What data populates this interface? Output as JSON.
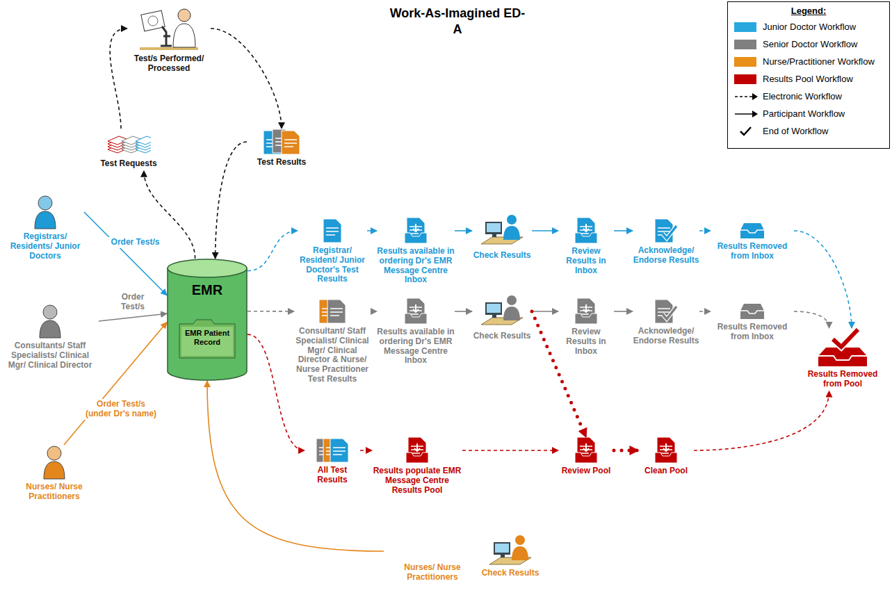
{
  "diagram": {
    "title": "Work-As-Imagined ED-A",
    "nodes": [
      {
        "text": [
          "Test/s Performed/ Processed"
        ]
      },
      {
        "text": [
          "Test Requests"
        ]
      },
      {
        "text": [
          "Test Results"
        ]
      },
      {
        "text": [
          "Registrars/ Residents/ Junior Doctors"
        ]
      },
      {
        "text": [
          "EMR"
        ]
      },
      {
        "text": [
          "EMR Patient Record"
        ],
        "in": 4
      },
      {
        "text": [
          "Consultants/ Staff Specialists/ Clinical Mgr/ Clinical Director"
        ]
      },
      {
        "text": [
          "Nurses/ Nurse Practitioners"
        ]
      },
      {
        "text": [
          "Registrar/ Resident/ Junior Doctor's Test Results"
        ]
      },
      {
        "text": [
          "Results available in ordering Dr's EMR Message Centre Inbox"
        ]
      },
      {
        "text": [
          "Check Results"
        ]
      },
      {
        "text": [
          "Review Results in Inbox"
        ]
      },
      {
        "text": [
          "Acknowledge/ Endorse Results"
        ]
      },
      {
        "text": [
          "Results Removed from Inbox"
        ]
      },
      {
        "text": [
          "Consultant/ Staff Specialist/ Clinical Mgr/ Clinical Director & Nurse/ Nurse Practitioner Test Results"
        ]
      },
      {
        "text": [
          "Results available in ordering Dr's EMR Message Centre Inbox"
        ]
      },
      {
        "text": [
          "Check Results"
        ]
      },
      {
        "text": [
          "Review Results in Inbox"
        ]
      },
      {
        "text": [
          "Acknowledge/ Endorse Results"
        ]
      },
      {
        "text": [
          "Results Removed from Inbox"
        ]
      },
      {
        "text": [
          "Results Removed from Pool"
        ]
      },
      {
        "text": [
          "All Test Results"
        ]
      },
      {
        "text": [
          "Results populate EMR Message Centre Results Pool"
        ]
      },
      {
        "text": [
          "Review Pool"
        ]
      },
      {
        "text": [
          "Clean Pool"
        ]
      },
      {
        "text": [
          "Nurses/ Nurse Practitioners",
          "Check Results"
        ]
      }
    ],
    "edges": [
      {
        "from": 4,
        "to": 1,
        "arrow": "to"
      },
      {
        "from": 1,
        "to": 0,
        "arrow": "to"
      },
      {
        "from": 0,
        "to": 2,
        "arrow": "to"
      },
      {
        "from": 2,
        "to": 4,
        "arrow": "to"
      },
      {
        "from": 3,
        "to": 4,
        "label": "Order Test/s",
        "arrow": "to"
      },
      {
        "from": 6,
        "to": 4,
        "label": "Order Test/s",
        "arrow": "to"
      },
      {
        "from": 7,
        "to": 4,
        "label": "Order Test/s (under Dr's name)",
        "arrow": "to"
      },
      {
        "from": 4,
        "to": 8,
        "arrow": "to"
      },
      {
        "from": 8,
        "to": 9,
        "arrow": "to"
      },
      {
        "from": 9,
        "to": 10,
        "arrow": "to"
      },
      {
        "from": 10,
        "to": 11,
        "arrow": "to"
      },
      {
        "from": 11,
        "to": 12,
        "arrow": "to"
      },
      {
        "from": 12,
        "to": 13,
        "arrow": "to"
      },
      {
        "from": 13,
        "to": 20,
        "arrow": "to"
      },
      {
        "from": 4,
        "to": 14,
        "arrow": "to"
      },
      {
        "from": 14,
        "to": 15,
        "arrow": "to"
      },
      {
        "from": 15,
        "to": 16,
        "arrow": "to"
      },
      {
        "from": 16,
        "to": 17,
        "arrow": "to"
      },
      {
        "from": 17,
        "to": 18,
        "arrow": "to"
      },
      {
        "from": 18,
        "to": 19,
        "arrow": "to"
      },
      {
        "from": 19,
        "to": 20,
        "arrow": "to"
      },
      {
        "from": 4,
        "to": 21,
        "arrow": "to"
      },
      {
        "from": 21,
        "to": 22,
        "arrow": "to"
      },
      {
        "from": 22,
        "to": 23,
        "arrow": "to"
      },
      {
        "from": 16,
        "to": 23,
        "arrow": "to"
      },
      {
        "from": 23,
        "to": 24,
        "arrow": "to"
      },
      {
        "from": 24,
        "to": 20,
        "arrow": "to"
      },
      {
        "from": 25,
        "to": 4,
        "arrow": "to"
      }
    ],
    "labels": [
      "Legend:"
    ],
    "legend": [
      {
        "text": "Junior Doctor Workflow",
        "color": "#29a8e0"
      },
      {
        "text": "Senior Doctor Workflow",
        "color": "#808080"
      },
      {
        "text": "Nurse/Practitioner Workflow",
        "color": "#e8901a"
      },
      {
        "text": "Results Pool Workflow",
        "color": "#c00000"
      },
      {
        "text": "Electronic Workflow"
      },
      {
        "text": "Participant Workflow"
      },
      {
        "text": "End of Workflow"
      }
    ]
  }
}
